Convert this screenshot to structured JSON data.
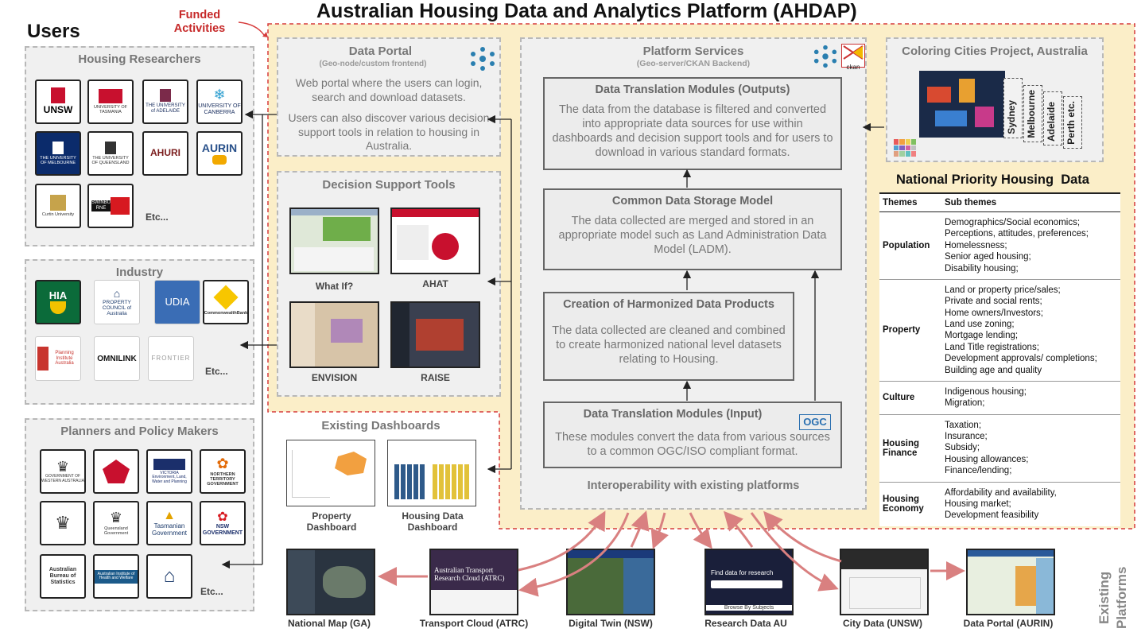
{
  "header": {
    "title": "Australian Housing Data and Analytics Platform (AHDAP)",
    "funded": "Funded Activities"
  },
  "users": {
    "heading": "Users",
    "researchers": {
      "title": "Housing Researchers",
      "logos": [
        "UNSW",
        "UNIVERSITY OF TASMANIA",
        "THE UNIVERSITY of ADELAIDE",
        "UNIVERSITY OF CANBERRA",
        "THE UNIVERSITY OF MELBOURNE",
        "THE UNIVERSITY OF QUEENSLAND",
        "AHURI",
        "AURIN",
        "Curtin University",
        "SWINBURNE"
      ],
      "etc": "Etc..."
    },
    "industry": {
      "title": "Industry",
      "logos": [
        "HIA",
        "PROPERTY COUNCIL of Australia",
        "UDIA",
        "CommonwealthBank",
        "Planning Institute Australia",
        "OMNILINK",
        "FRONTIER"
      ],
      "etc": "Etc..."
    },
    "planners": {
      "title": "Planners and Policy Makers",
      "logos": [
        "GOVERNMENT OF WESTERN AUSTRALIA",
        "",
        "VICTORIA Environment, Land, Water and Planning",
        "NORTHERN TERRITORY GOVERNMENT",
        "",
        "Queensland Government",
        "Tasmanian Government",
        "NSW GOVERNMENT",
        "Australian Bureau of Statistics",
        "Australian Institute of Health and Welfare",
        ""
      ],
      "etc": "Etc..."
    }
  },
  "portal": {
    "title": "Data Portal",
    "subtitle": "(Geo-node/custom frontend)",
    "p1": "Web portal where the users can login, search and download datasets.",
    "p2": "Users can also discover various decision support tools in relation to housing in Australia."
  },
  "dst": {
    "title": "Decision Support Tools",
    "tools": [
      "What If?",
      "AHAT",
      "ENVISION",
      "RAISE"
    ]
  },
  "services": {
    "title": "Platform Services",
    "subtitle": "(Geo-server/CKAN Backend)",
    "ckan": "ckan",
    "outputs": {
      "title": "Data Translation Modules (Outputs)",
      "text": "The data from the database is filtered and converted into appropriate data sources for use within  dashboards and decision support tools and for users to download in various standard formats."
    },
    "storage": {
      "title": "Common Data Storage Model",
      "text": "The data collected are merged and stored in an appropriate model such as Land Administration Data Model (LADM)."
    },
    "harmonized": {
      "title": "Creation of Harmonized Data Products",
      "text": "The data collected are cleaned and combined to create harmonized national level datasets relating to Housing."
    },
    "input": {
      "title": "Data Translation Modules (Input)",
      "ogc": "OGC",
      "text": "These modules convert the data from various sources to a common OGC/ISO compliant format."
    },
    "interop": "Interoperability with existing platforms"
  },
  "coloring": {
    "title": "Coloring Cities Project, Australia",
    "cities": [
      "Sydney",
      "Melbourne",
      "Adelaide",
      "Perth etc."
    ]
  },
  "priority": {
    "title": "National Priority Housing  Data",
    "col_themes": "Themes",
    "col_sub": "Sub themes",
    "rows": [
      {
        "theme": "Population",
        "subs": [
          "Demographics/Social economics;",
          "Perceptions, attitudes, preferences;",
          "Homelessness;",
          "Senior aged housing;",
          "Disability housing;"
        ]
      },
      {
        "theme": "Property",
        "subs": [
          "Land or property price/sales;",
          "Private and social rents;",
          "Home owners/Investors;",
          "Land use zoning;",
          "Mortgage lending;",
          "Land Title registrations;",
          "Development approvals/ completions;",
          "Building age and quality"
        ]
      },
      {
        "theme": "Culture",
        "subs": [
          "Indigenous housing;",
          "Migration;"
        ]
      },
      {
        "theme": "Housing Finance",
        "subs": [
          "Taxation;",
          "Insurance;",
          "Subsidy;",
          "Housing allowances;",
          "Finance/lending;"
        ]
      },
      {
        "theme": "Housing Economy",
        "subs": [
          "Affordability and availability,",
          "Housing market;",
          "Development feasibility"
        ]
      }
    ]
  },
  "dashboards": {
    "title": "Existing Dashboards",
    "items": [
      "Property Dashboard",
      "Housing Data Dashboard"
    ]
  },
  "platforms": {
    "label": "Existing Platforms",
    "items": [
      "National Map (GA)",
      "Transport Cloud (ATRC)",
      "Digital Twin (NSW)",
      "Research Data AU",
      "City Data (UNSW)",
      "Data Portal (AURIN)"
    ],
    "atrc_title": "Australian Transport Research Cloud (ATRC)",
    "rda_title": "Find data for research",
    "rda_sub": "Browse By Subjects"
  },
  "colors": {
    "funded_border": "#d63a3a",
    "funded_fill": "#fbeec8",
    "arrow_red": "#d98080",
    "panel_border": "#b8b8b8"
  }
}
